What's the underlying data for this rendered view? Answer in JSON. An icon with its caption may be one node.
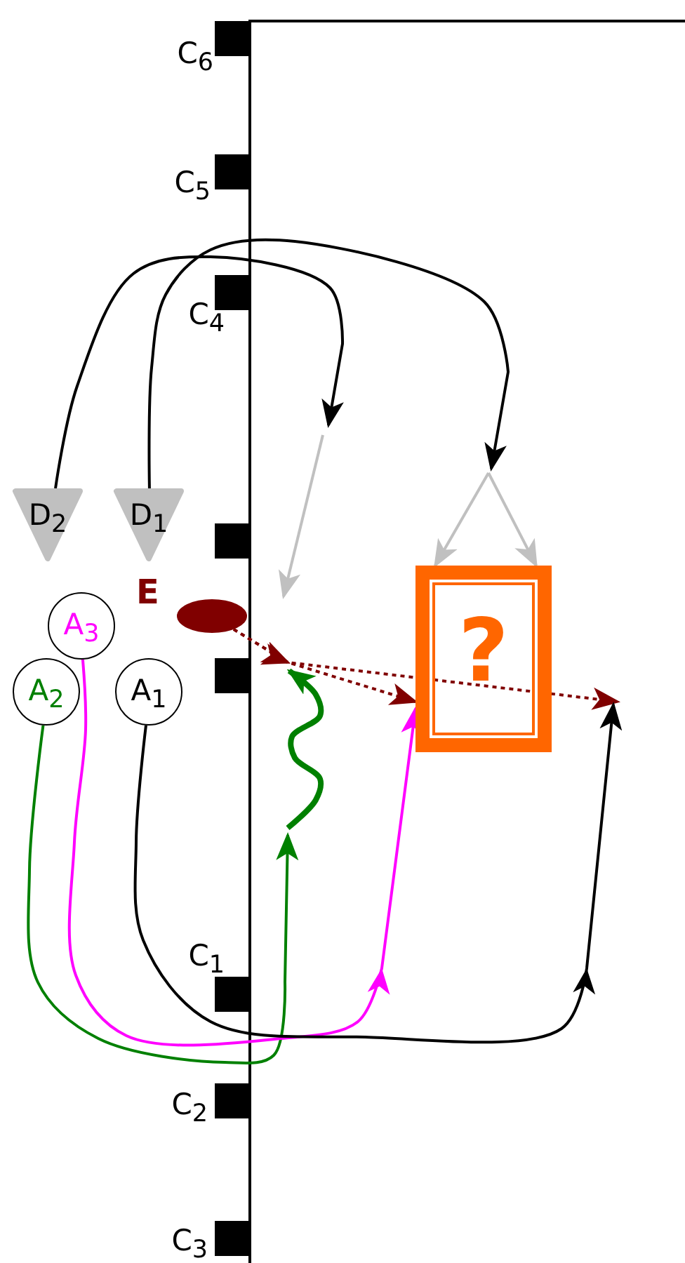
{
  "diagram": {
    "nodes": [
      {
        "text": [
          "?"
        ]
      },
      {
        "text": [
          "D$_{2}$"
        ]
      },
      {
        "text": [
          "D$_{1}$"
        ]
      },
      {
        "text": [
          "A$_{3}$"
        ]
      },
      {
        "text": [
          "A$_{2}$"
        ]
      },
      {
        "text": [
          "A$_{1}$"
        ]
      },
      {
        "text": [
          "E"
        ]
      }
    ],
    "edges": [
      {
        "from": 1,
        "to": null,
        "arrow": "to"
      },
      {
        "from": 2,
        "to": null,
        "arrow": "to"
      },
      {
        "from": null,
        "to": 0,
        "arrow": "to",
        "color": "#c0c0c0"
      },
      {
        "from": null,
        "to": 0,
        "arrow": "to",
        "color": "#c0c0c0"
      },
      {
        "from": 6,
        "to": 0,
        "arrow": "to",
        "style": "dashed",
        "color": "#800000"
      },
      {
        "from": 6,
        "to": null,
        "arrow": "to",
        "style": "dashed",
        "color": "#800000"
      },
      {
        "from": 4,
        "to": null,
        "arrow": "to",
        "color": "#008000"
      },
      {
        "from": 3,
        "to": 0,
        "arrow": "to",
        "color": "#ff00ff"
      },
      {
        "from": 5,
        "to": null,
        "arrow": "to"
      }
    ],
    "labels": [
      "C$_{6}$",
      "C$_{5}$",
      "C$_{4}$",
      "C$_{1}$",
      "C$_{2}$",
      "C$_{3}$"
    ]
  }
}
